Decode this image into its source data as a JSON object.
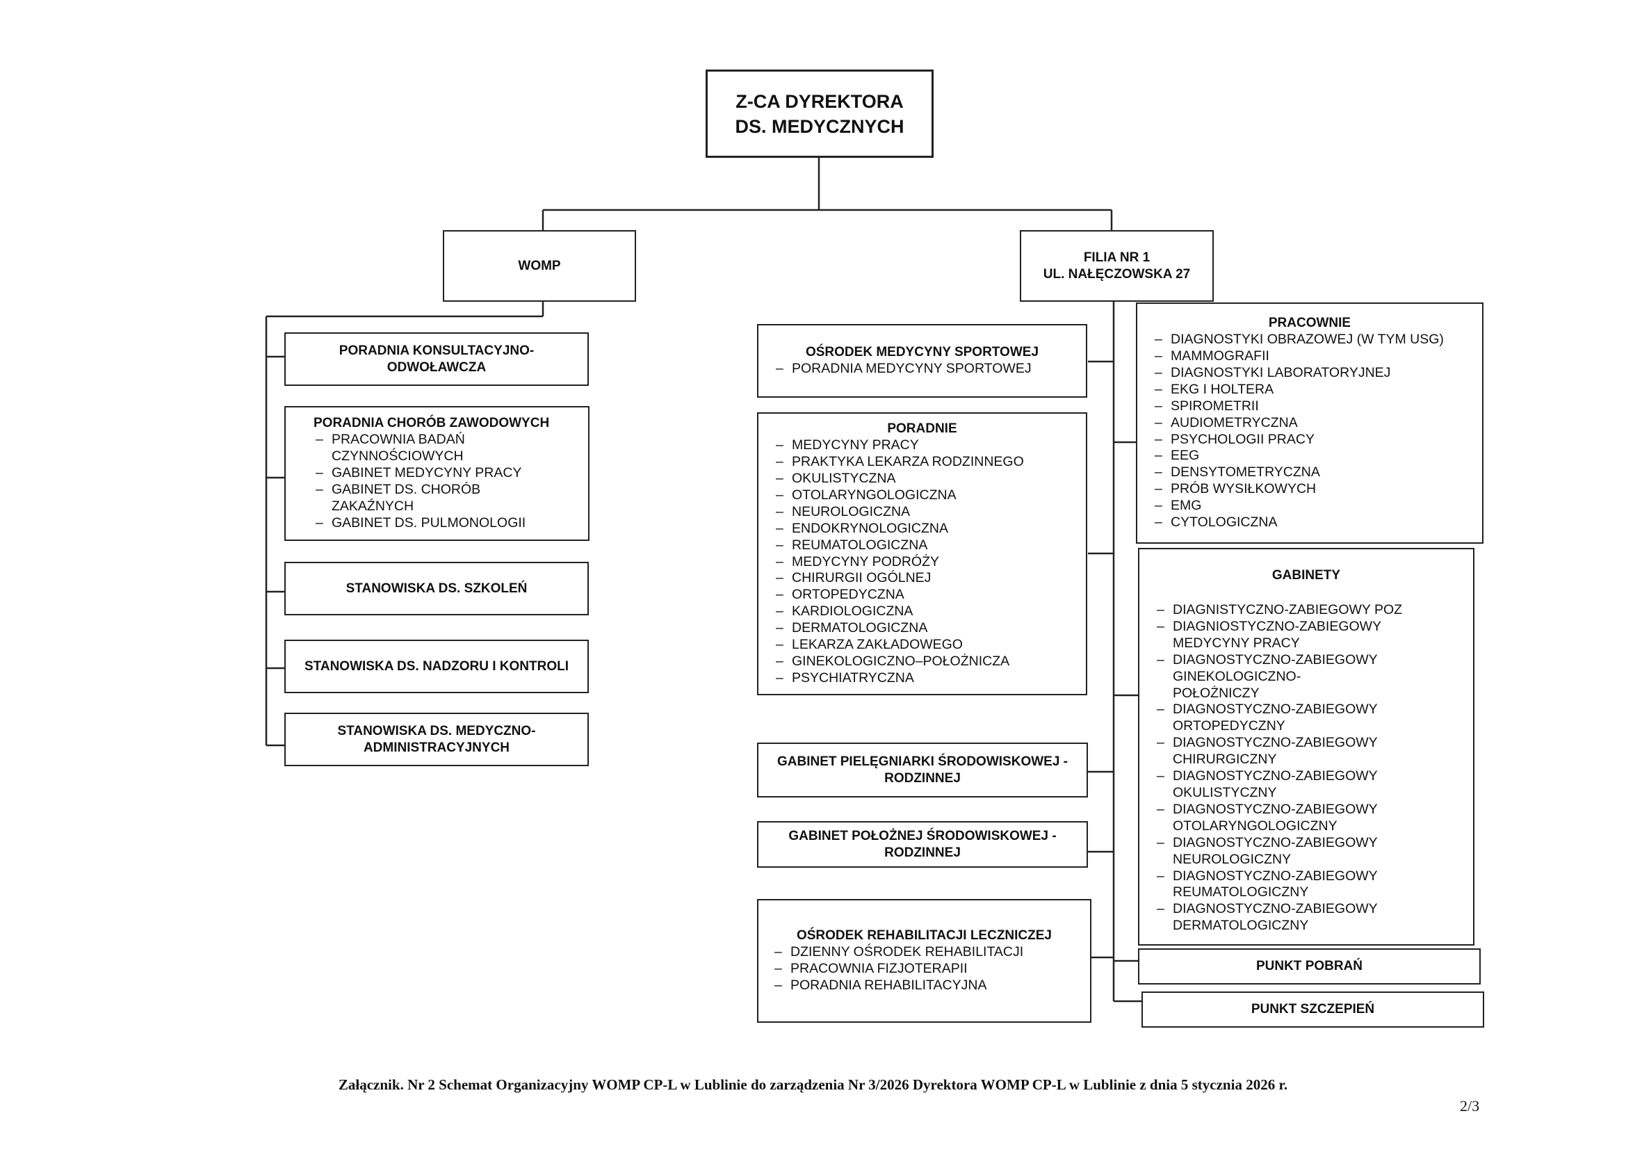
{
  "director": {
    "line1": "Z-CA DYREKTORA",
    "line2": "DS. MEDYCZNYCH"
  },
  "womp": {
    "title": "WOMP"
  },
  "filia": {
    "line1": "FILIA NR 1",
    "line2": "UL. NAŁĘCZOWSKA  27"
  },
  "womp_units": {
    "poradnia_konsultacyjna": {
      "line1": "PORADNIA KONSULTACYJNO-",
      "line2": "ODWOŁAWCZA"
    },
    "poradnia_chorob": {
      "title": "PORADNIA CHORÓB ZAWODOWYCH",
      "items": [
        "PRACOWNIA BADAŃ CZYNNOŚCIOWYCH",
        "GABINET MEDYCYNY PRACY",
        "GABINET DS. CHORÓB ZAKAŹNYCH",
        "GABINET DS. PULMONOLOGII"
      ]
    },
    "stanowiska_szkolen": {
      "title": "STANOWISKA DS. SZKOLEŃ"
    },
    "stanowiska_nadzoru": {
      "title": "STANOWISKA DS. NADZORU I KONTROLI"
    },
    "stanowiska_medyczno": {
      "line1": "STANOWISKA DS. MEDYCZNO-",
      "line2": "ADMINISTRACYJNYCH"
    }
  },
  "filia_units": {
    "osrodek_sportowej": {
      "title": "OŚRODEK MEDYCYNY SPORTOWEJ",
      "items": [
        "PORADNIA MEDYCYNY SPORTOWEJ"
      ]
    },
    "poradnie": {
      "title": "PORADNIE",
      "items": [
        "MEDYCYNY PRACY",
        "PRAKTYKA LEKARZA RODZINNEGO",
        "OKULISTYCZNA",
        "OTOLARYNGOLOGICZNA",
        "NEUROLOGICZNA",
        "ENDOKRYNOLOGICZNA",
        "REUMATOLOGICZNA",
        "MEDYCYNY PODRÓŻY",
        "CHIRURGII OGÓLNEJ",
        "ORTOPEDYCZNA",
        "KARDIOLOGICZNA",
        "DERMATOLOGICZNA",
        "LEKARZA ZAKŁADOWEGO",
        "GINEKOLOGICZNO–POŁOŻNICZA",
        "PSYCHIATRYCZNA"
      ]
    },
    "gabinet_pielegniarki": {
      "line1": "GABINET PIELĘGNIARKI ŚRODOWISKOWEJ -",
      "line2": "RODZINNEJ"
    },
    "gabinet_poloznej": {
      "line1": "GABINET POŁOŻNEJ ŚRODOWISKOWEJ -",
      "line2": "RODZINNEJ"
    },
    "osrodek_rehabilitacji": {
      "title": "OŚRODEK REHABILITACJI LECZNICZEJ",
      "items": [
        "DZIENNY OŚRODEK REHABILITACJI",
        "PRACOWNIA FIZJOTERAPII",
        "PORADNIA REHABILITACYJNA"
      ]
    },
    "pracownie": {
      "title": "PRACOWNIE",
      "items": [
        "DIAGNOSTYKI OBRAZOWEJ (W TYM USG)",
        "MAMMOGRAFII",
        "DIAGNOSTYKI LABORATORYJNEJ",
        "EKG I HOLTERA",
        "SPIROMETRII",
        "AUDIOMETRYCZNA",
        "PSYCHOLOGII PRACY",
        "EEG",
        "DENSYTOMETRYCZNA",
        "PRÓB WYSIŁKOWYCH",
        "EMG",
        "CYTOLOGICZNA"
      ]
    },
    "gabinety": {
      "title": "GABINETY",
      "items": [
        "DIAGNISTYCZNO-ZABIEGOWY POZ",
        "DIAGNIOSTYCZNO-ZABIEGOWY MEDYCYNY PRACY",
        "DIAGNOSTYCZNO-ZABIEGOWY GINEKOLOGICZNO-POŁOŻNICZY",
        "DIAGNOSTYCZNO-ZABIEGOWY ORTOPEDYCZNY",
        "DIAGNOSTYCZNO-ZABIEGOWY CHIRURGICZNY",
        "DIAGNOSTYCZNO-ZABIEGOWY OKULISTYCZNY",
        "DIAGNOSTYCZNO-ZABIEGOWY OTOLARYNGOLOGICZNY",
        "DIAGNOSTYCZNO-ZABIEGOWY NEUROLOGICZNY",
        "DIAGNOSTYCZNO-ZABIEGOWY REUMATOLOGICZNY",
        "DIAGNOSTYCZNO-ZABIEGOWY DERMATOLOGICZNY"
      ]
    },
    "punkt_pobran": {
      "title": "PUNKT POBRAŃ"
    },
    "punkt_szczepien": {
      "title": "PUNKT SZCZEPIEŃ"
    }
  },
  "caption": "Załącznik. Nr 2 Schemat Organizacyjny WOMP CP-L w Lublinie do zarządzenia Nr 3/2026 Dyrektora WOMP CP-L w Lublinie z dnia 5 stycznia 2026 r.",
  "page_number": "2/3"
}
